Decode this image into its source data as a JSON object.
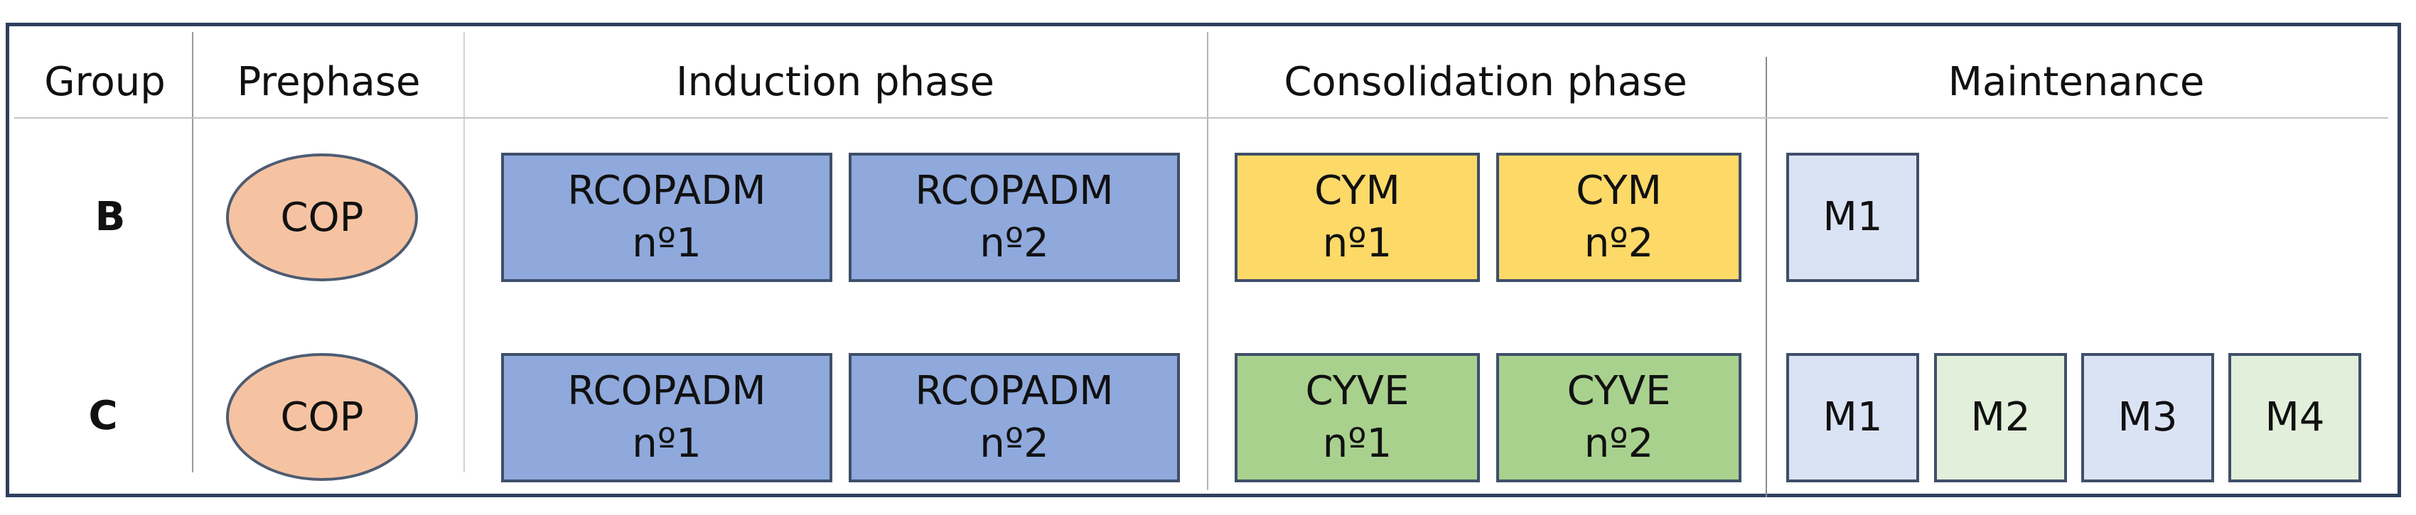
{
  "headers": {
    "group": "Group",
    "prephase": "Prephase",
    "induction": "Induction phase",
    "consolidation": "Consolidation phase",
    "maintenance": "Maintenance"
  },
  "rows": [
    {
      "group": "B",
      "prephase": "COP",
      "induction": [
        {
          "name": "RCOPADM",
          "num": "nº1"
        },
        {
          "name": "RCOPADM",
          "num": "nº2"
        }
      ],
      "consolidation": [
        {
          "name": "CYM",
          "num": "nº1"
        },
        {
          "name": "CYM",
          "num": "nº2"
        }
      ],
      "maintenance": [
        "M1"
      ]
    },
    {
      "group": "C",
      "prephase": "COP",
      "induction": [
        {
          "name": "RCOPADM",
          "num": "nº1"
        },
        {
          "name": "RCOPADM",
          "num": "nº2"
        }
      ],
      "consolidation": [
        {
          "name": "CYVE",
          "num": "nº1"
        },
        {
          "name": "CYVE",
          "num": "nº2"
        }
      ],
      "maintenance": [
        "M1",
        "M2",
        "M3",
        "M4"
      ]
    }
  ],
  "colors": {
    "frame": "#2e3f5c",
    "prephase": "#f6c3a2",
    "induction": "#8fa9dc",
    "consolidation_b": "#fdd968",
    "consolidation_c": "#a9d18e",
    "maintenance_blue": "#dae3f3",
    "maintenance_green": "#e2efda"
  }
}
